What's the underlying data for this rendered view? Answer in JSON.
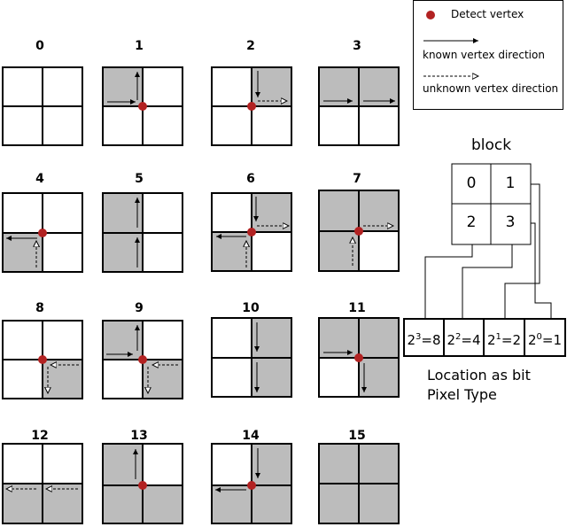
{
  "pixel_types": [
    {
      "label": "0"
    },
    {
      "label": "1"
    },
    {
      "label": "2"
    },
    {
      "label": "3"
    },
    {
      "label": "4"
    },
    {
      "label": "5"
    },
    {
      "label": "6"
    },
    {
      "label": "7"
    },
    {
      "label": "8"
    },
    {
      "label": "9"
    },
    {
      "label": "10"
    },
    {
      "label": "11"
    },
    {
      "label": "12"
    },
    {
      "label": "13"
    },
    {
      "label": "14"
    },
    {
      "label": "15"
    }
  ],
  "legend": {
    "detect_vertex": "Detect vertex",
    "known": "known  vertex direction",
    "unknown": "unknown vertex direction"
  },
  "block": {
    "title": "block",
    "quadrants": [
      "0",
      "1",
      "2",
      "3"
    ]
  },
  "bits": {
    "b3": {
      "base": "2",
      "exp": "3",
      "val": "=8"
    },
    "b2": {
      "base": "2",
      "exp": "2",
      "val": "=4"
    },
    "b1": {
      "base": "2",
      "exp": "1",
      "val": "=2"
    },
    "b0": {
      "base": "2",
      "exp": "0",
      "val": "=1"
    }
  },
  "caption": {
    "line1": "Location as bit",
    "line2": "Pixel Type"
  },
  "colors": {
    "fill": "#bcbcbc",
    "vertex": "#b22222",
    "line": "#000000"
  }
}
